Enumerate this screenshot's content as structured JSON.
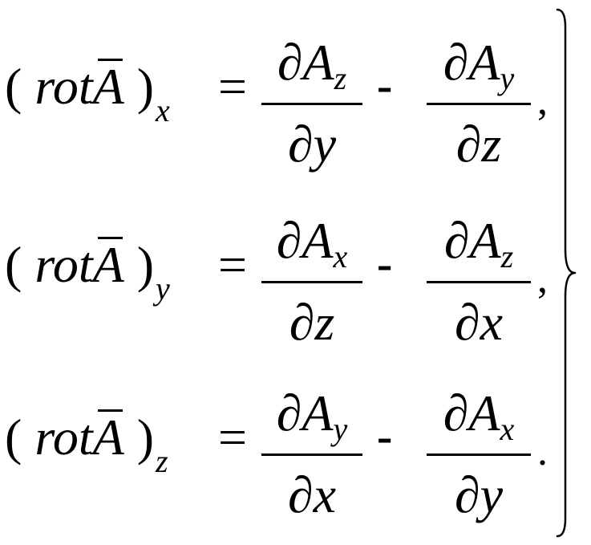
{
  "common": {
    "rot": "rot",
    "A": "A",
    "open_paren": "(",
    "close_paren": ")",
    "equals": "=",
    "minus": "-",
    "partial": "∂"
  },
  "equations": [
    {
      "component": "x",
      "term1": {
        "numerator_sub": "z",
        "denominator_var": "y"
      },
      "term2": {
        "numerator_sub": "y",
        "denominator_var": "z"
      },
      "punctuation": ","
    },
    {
      "component": "y",
      "term1": {
        "numerator_sub": "x",
        "denominator_var": "z"
      },
      "term2": {
        "numerator_sub": "z",
        "denominator_var": "x"
      },
      "punctuation": ","
    },
    {
      "component": "z",
      "term1": {
        "numerator_sub": "y",
        "denominator_var": "x"
      },
      "term2": {
        "numerator_sub": "x",
        "denominator_var": "y"
      },
      "punctuation": "."
    }
  ]
}
